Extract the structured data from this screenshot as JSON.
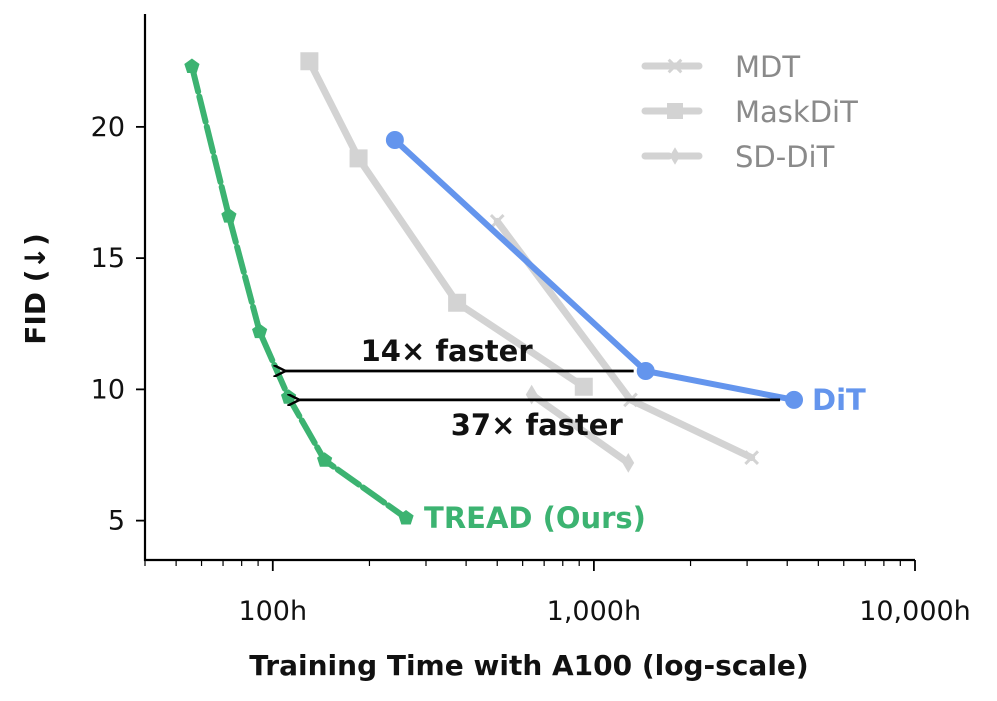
{
  "chart_data": {
    "type": "line",
    "xlabel": "Training Time with A100 (log-scale)",
    "ylabel": "FID (↓)",
    "xscale": "log",
    "xlim": [
      40,
      10000
    ],
    "ylim": [
      3.5,
      24.3
    ],
    "x_ticks": [
      {
        "value": 100,
        "label": "100h"
      },
      {
        "value": 1000,
        "label": "1,000h"
      },
      {
        "value": 10000,
        "label": "10,000h"
      }
    ],
    "y_ticks": [
      {
        "value": 5,
        "label": "5"
      },
      {
        "value": 10,
        "label": "10"
      },
      {
        "value": 15,
        "label": "15"
      },
      {
        "value": 20,
        "label": "20"
      }
    ],
    "grid": false,
    "legend_position": "top-right",
    "colors": {
      "tread": "#3cb371",
      "dit": "#6495ed",
      "baseline": "#d3d3d3",
      "legend_text": "#8a8a8a"
    },
    "series": [
      {
        "key": "mdt",
        "name": "MDT",
        "marker": "x",
        "in_legend": true,
        "color": "#d3d3d3",
        "x": [
          500,
          1300,
          3100
        ],
        "y": [
          16.4,
          9.6,
          7.4
        ]
      },
      {
        "key": "maskdit",
        "name": "MaskDiT",
        "marker": "square",
        "in_legend": true,
        "color": "#d3d3d3",
        "x": [
          130,
          185,
          375,
          930
        ],
        "y": [
          22.5,
          18.8,
          13.3,
          10.1
        ]
      },
      {
        "key": "sddit",
        "name": "SD-DiT",
        "marker": "diamond",
        "in_legend": true,
        "color": "#d3d3d3",
        "x": [
          640,
          1280
        ],
        "y": [
          9.8,
          7.2
        ]
      },
      {
        "key": "dit",
        "name": "DiT",
        "marker": "circle",
        "in_legend": false,
        "color": "#6495ed",
        "label": "DiT",
        "x": [
          240,
          1450,
          4200
        ],
        "y": [
          19.5,
          10.7,
          9.6
        ]
      },
      {
        "key": "tread",
        "name": "TREAD (Ours)",
        "marker": "pentagon",
        "in_legend": false,
        "color": "#3cb371",
        "label": "TREAD (Ours)",
        "x": [
          56,
          73,
          91,
          112,
          145,
          260
        ],
        "y": [
          22.3,
          16.6,
          12.2,
          9.7,
          7.3,
          5.1
        ]
      }
    ],
    "annotations": [
      {
        "text": "14× faster",
        "arrow_from": {
          "x": 1330,
          "y": 10.7
        },
        "arrow_to": {
          "x": 105,
          "y": 10.7
        },
        "text_pos": "above"
      },
      {
        "text": "37× faster",
        "arrow_from": {
          "x": 3800,
          "y": 9.6
        },
        "arrow_to": {
          "x": 116,
          "y": 9.6
        },
        "text_pos": "below"
      }
    ]
  }
}
